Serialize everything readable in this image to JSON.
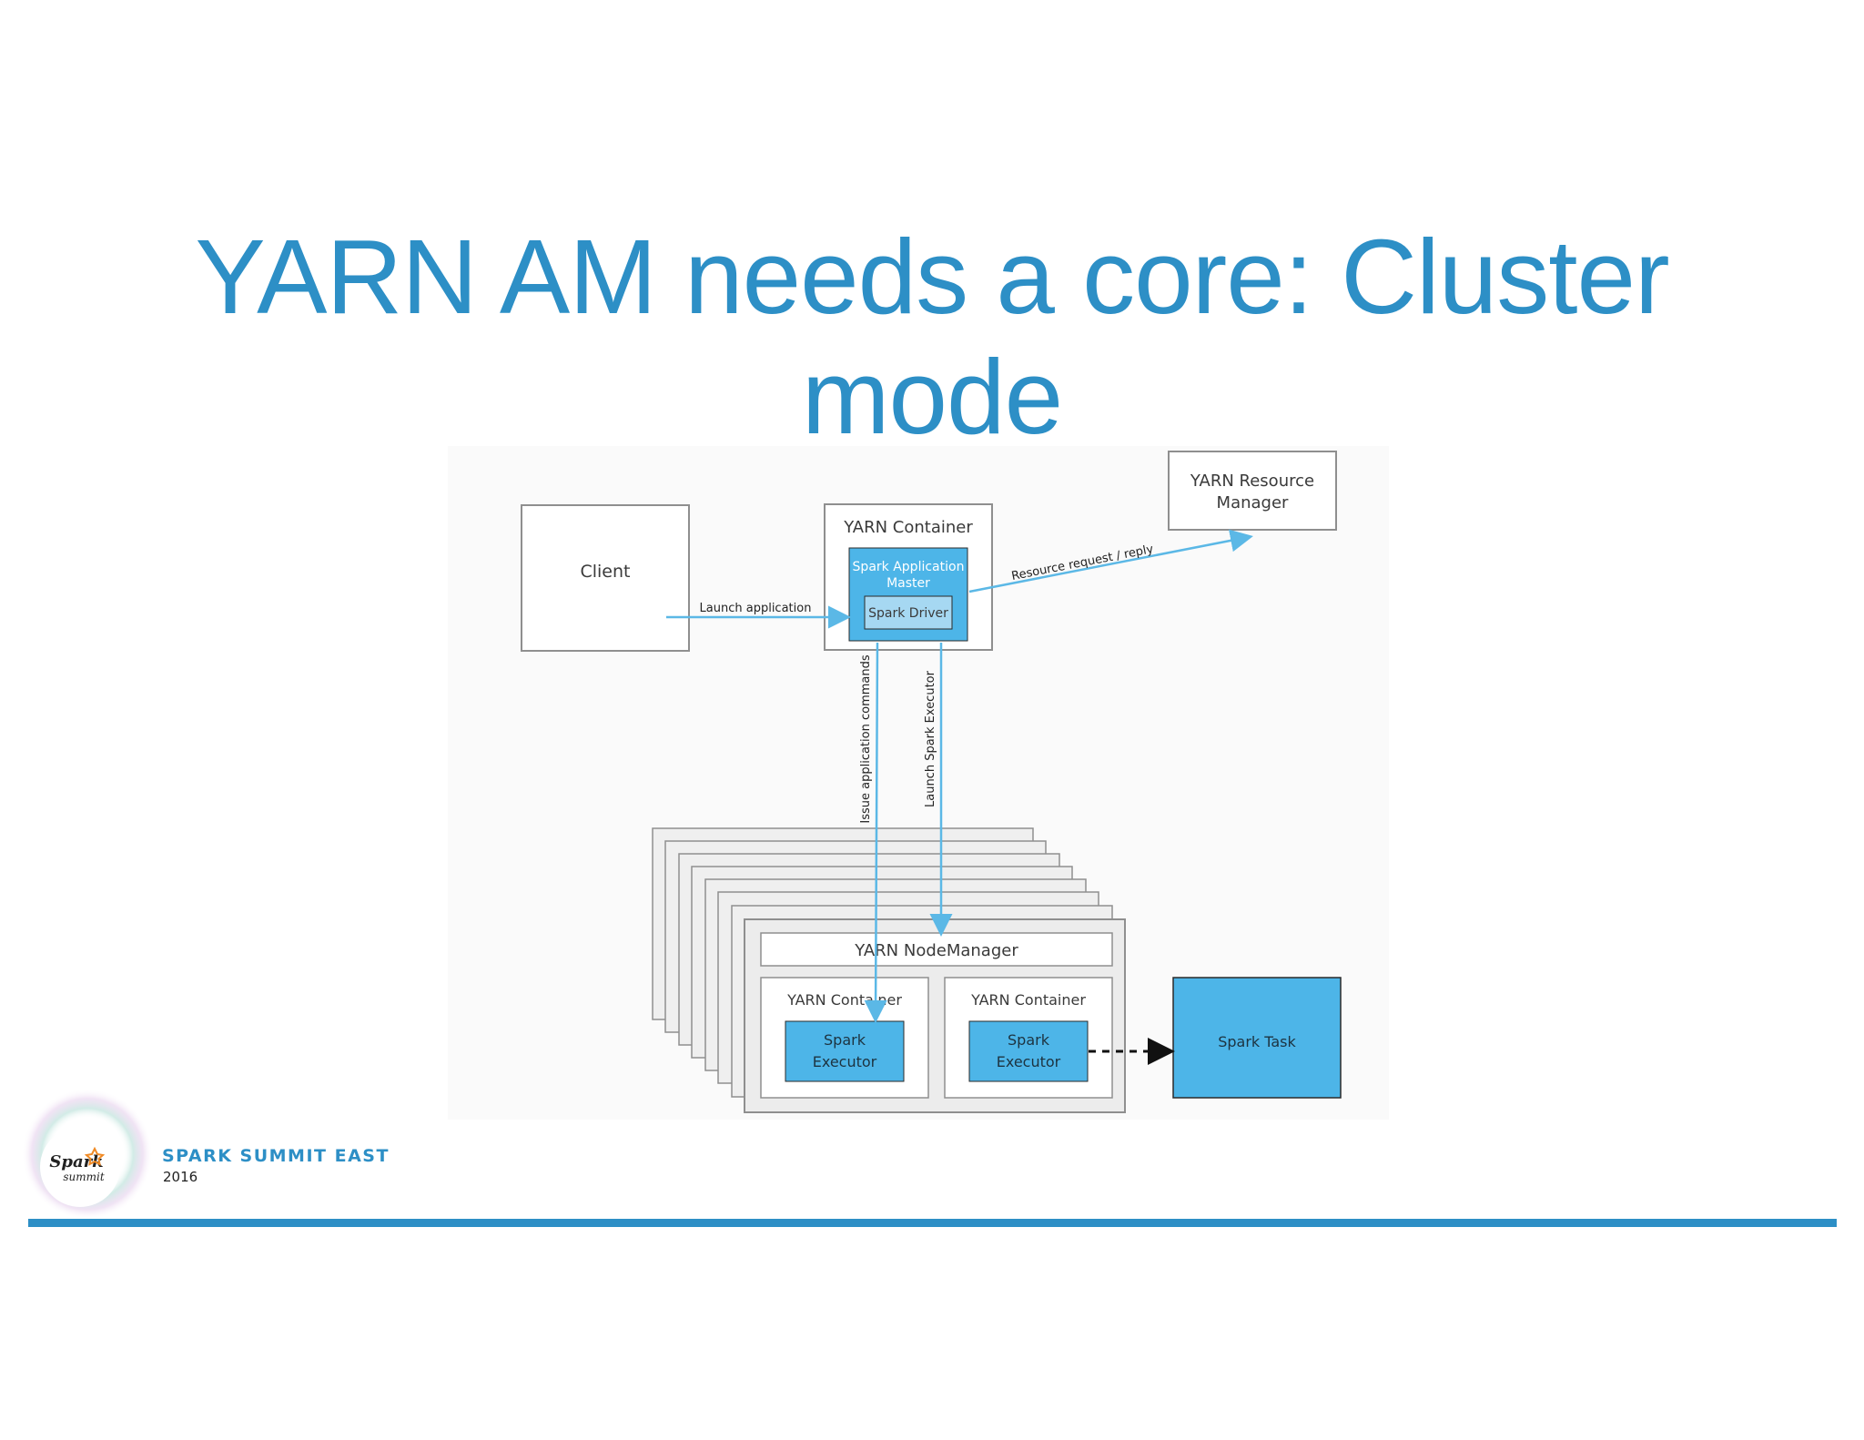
{
  "slide": {
    "title_line1": "YARN AM needs a core: Cluster",
    "title_line2": "mode"
  },
  "diagram": {
    "client": "Client",
    "yarn_container_top": "YARN Container",
    "app_master_line1": "Spark Application",
    "app_master_line2": "Master",
    "spark_driver": "Spark Driver",
    "resource_manager_line1": "YARN Resource",
    "resource_manager_line2": "Manager",
    "launch_application": "Launch application",
    "resource_request": "Resource request / reply",
    "issue_commands": "Issue application commands",
    "launch_executor": "Launch Spark Executor",
    "node_manager": "YARN NodeManager",
    "container_left": "YARN Container",
    "container_right": "YARN Container",
    "executor_line1": "Spark",
    "executor_line2": "Executor",
    "spark_task": "Spark Task"
  },
  "footer": {
    "logo_line1": "Spark",
    "logo_line2": "summit",
    "event_name": "SPARK SUMMIT EAST",
    "event_year": "2016"
  },
  "colors": {
    "title": "#2d8fc6",
    "node_blue": "#4db5e8",
    "arrow_blue": "#5bb8e6",
    "footer_bar": "#2d8fc6"
  }
}
